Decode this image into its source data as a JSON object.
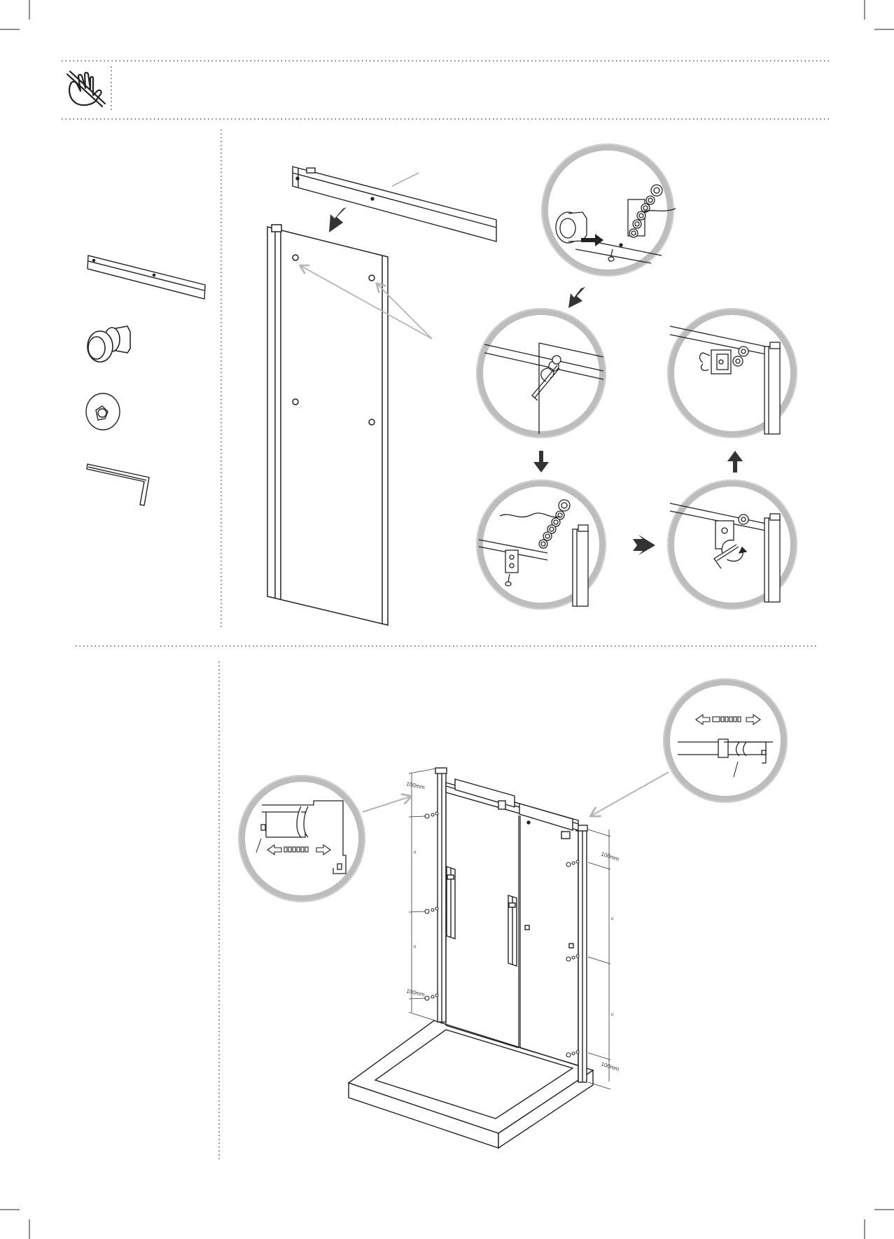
{
  "page": {
    "header": {
      "icon": "no-bare-hands-icon"
    },
    "step1": {
      "parts": [
        {
          "icon": "top-rail-bar-icon"
        },
        {
          "icon": "roller-knob-icon"
        },
        {
          "icon": "cap-washer-icon"
        },
        {
          "icon": "allen-key-icon"
        }
      ],
      "detail_icons": [
        "fixing-detail-1",
        "fixing-detail-2",
        "fixing-detail-3",
        "fixing-detail-4",
        "fixing-detail-5"
      ],
      "arrow_color": "#3a3a3a"
    },
    "step2": {
      "dimensions": {
        "left_top": "100mm",
        "left_bottom": "100mm",
        "right_top": "100mm",
        "right_bottom": "100mm",
        "equal_mark": "="
      },
      "detail_icons": [
        "profile-adjust-detail-left",
        "profile-adjust-detail-right"
      ]
    },
    "colors": {
      "line": "#2a2a2a",
      "circle": "#bdbdbd",
      "arrow_light": "#b5b5b5",
      "dotted": "#555555"
    }
  }
}
